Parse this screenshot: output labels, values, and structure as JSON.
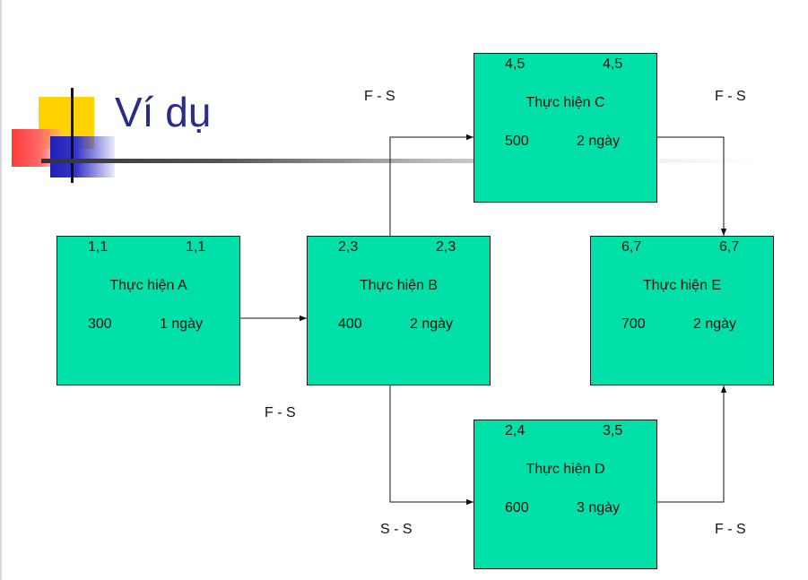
{
  "title": "Ví dụ",
  "nodes": {
    "a": {
      "name": "Thực hiện A",
      "es": "1,1",
      "ef": "1,1",
      "cost": "300",
      "duration": "1 ngày"
    },
    "b": {
      "name": "Thực hiện B",
      "es": "2,3",
      "ef": "2,3",
      "cost": "400",
      "duration": "2 ngày"
    },
    "c": {
      "name": "Thực hiện C",
      "es": "4,5",
      "ef": "4,5",
      "cost": "500",
      "duration": "2 ngày"
    },
    "d": {
      "name": "Thực hiện D",
      "es": "2,4",
      "ef": "3,5",
      "cost": "600",
      "duration": "3 ngày"
    },
    "e": {
      "name": "Thực hiện E",
      "es": "6,7",
      "ef": "6,7",
      "cost": "700",
      "duration": "2 ngày"
    }
  },
  "relations": {
    "b_c": "F - S",
    "c_e": "F - S",
    "a_b": "F - S",
    "b_d": "S - S",
    "d_e": "F - S"
  },
  "colors": {
    "node_fill": "#00e0a8",
    "title": "#2b2b8c"
  }
}
